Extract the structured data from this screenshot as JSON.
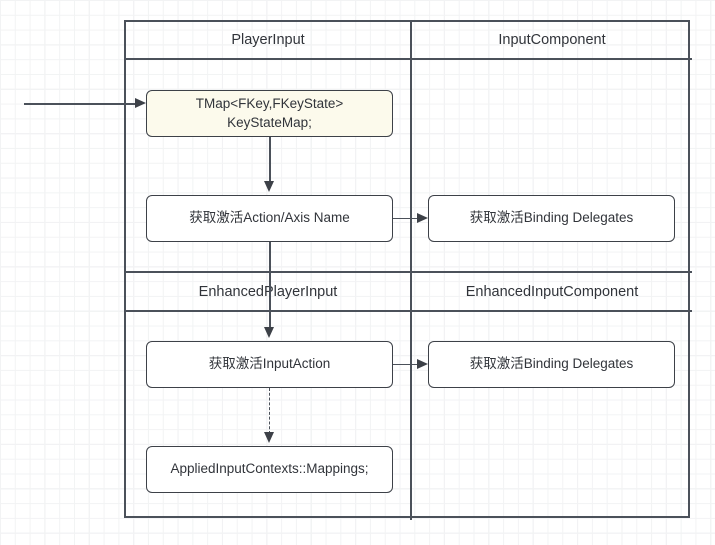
{
  "diagram": {
    "type": "class-flow-diagram",
    "background": {
      "grid": "on",
      "minor_grid_color": "#f2f3f4",
      "major_grid_color": "#e8eaec",
      "canvas_color": "#ffffff"
    },
    "colors": {
      "border": "#4b515a",
      "node_border": "#3d4148",
      "node_fill": "#ffffff",
      "highlight_fill": "#fcfaec",
      "text": "#31343a"
    },
    "columns": [
      {
        "id": "left",
        "headers": [
          "PlayerInput",
          "EnhancedPlayerInput"
        ]
      },
      {
        "id": "right",
        "headers": [
          "InputComponent",
          "EnhancedInputComponent"
        ]
      }
    ],
    "headers": {
      "row1_left": "PlayerInput",
      "row1_right": "InputComponent",
      "row2_left": "EnhancedPlayerInput",
      "row2_right": "EnhancedInputComponent"
    },
    "nodes": [
      {
        "id": "key-state-map",
        "line1": "TMap<FKey,FKeyState>",
        "line2": "KeyStateMap;",
        "fill": "#fcfaec",
        "column": "left",
        "section": "PlayerInput"
      },
      {
        "id": "get-active-action-axis-name",
        "label": "获取激活Action/Axis Name",
        "fill": "#ffffff",
        "column": "left",
        "section": "PlayerInput"
      },
      {
        "id": "get-active-binding-delegates-1",
        "label": "获取激活Binding Delegates",
        "fill": "#ffffff",
        "column": "right",
        "section": "InputComponent"
      },
      {
        "id": "get-active-inputaction",
        "label": "获取激活InputAction",
        "fill": "#ffffff",
        "column": "left",
        "section": "EnhancedPlayerInput"
      },
      {
        "id": "get-active-binding-delegates-2",
        "label": "获取激活Binding Delegates",
        "fill": "#ffffff",
        "column": "right",
        "section": "EnhancedInputComponent"
      },
      {
        "id": "applied-input-contexts-mappings",
        "label": "AppliedInputContexts::Mappings;",
        "fill": "#ffffff",
        "column": "left",
        "section": "EnhancedPlayerInput"
      }
    ],
    "connectors": [
      {
        "id": "external-in-to-key-state-map",
        "from": "external",
        "to": "key-state-map",
        "style": "solid",
        "direction": "right"
      },
      {
        "id": "key-state-map-to-action-axis",
        "from": "key-state-map",
        "to": "get-active-action-axis-name",
        "style": "solid",
        "direction": "down"
      },
      {
        "id": "action-axis-to-binding-delegates",
        "from": "get-active-action-axis-name",
        "to": "get-active-binding-delegates-1",
        "style": "solid",
        "direction": "right"
      },
      {
        "id": "action-axis-to-inputaction",
        "from": "get-active-action-axis-name",
        "to": "get-active-inputaction",
        "style": "solid",
        "direction": "down"
      },
      {
        "id": "inputaction-to-binding-delegates",
        "from": "get-active-inputaction",
        "to": "get-active-binding-delegates-2",
        "style": "solid",
        "direction": "right"
      },
      {
        "id": "inputaction-to-applied-contexts",
        "from": "get-active-inputaction",
        "to": "applied-input-contexts-mappings",
        "style": "dashed",
        "direction": "down"
      }
    ]
  }
}
